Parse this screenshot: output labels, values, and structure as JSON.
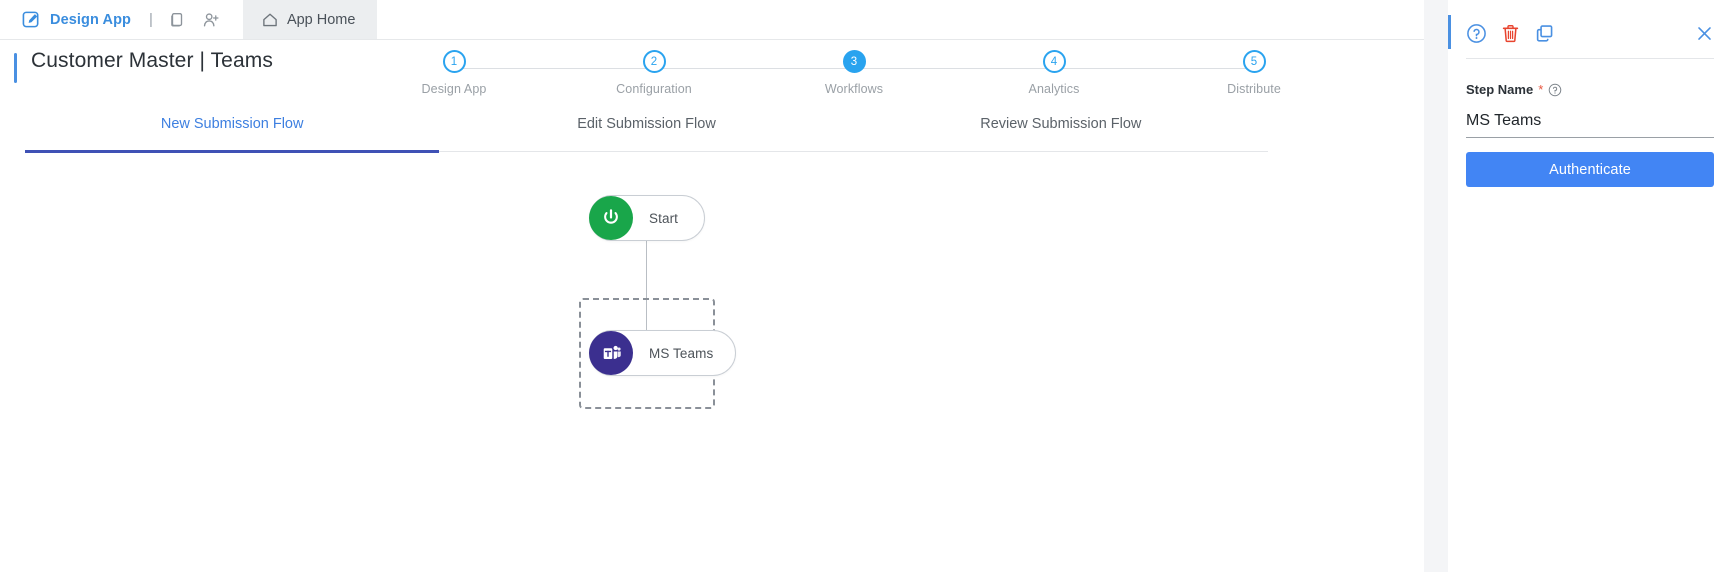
{
  "appbar": {
    "design_app_label": "Design App",
    "design_app_icon": "edit-square-icon",
    "divider": "|",
    "device_preview_icon": "device-preview-icon",
    "add_user_icon": "add-user-icon",
    "home_tab_label": "App Home",
    "home_icon": "home-icon"
  },
  "header": {
    "title": "Customer Master | Teams",
    "accent_color": "#4a90e2"
  },
  "stepper": {
    "active_index": 2,
    "active_color": "#29a3ef",
    "steps": [
      {
        "number": "1",
        "label": "Design App"
      },
      {
        "number": "2",
        "label": "Configuration"
      },
      {
        "number": "3",
        "label": "Workflows"
      },
      {
        "number": "4",
        "label": "Analytics"
      },
      {
        "number": "5",
        "label": "Distribute"
      }
    ]
  },
  "tabs": {
    "active_index": 0,
    "active_color": "#3d7fe0",
    "underline_color": "#3f51b5",
    "items": [
      {
        "label": "New Submission Flow"
      },
      {
        "label": "Edit Submission Flow"
      },
      {
        "label": "Review Submission Flow"
      }
    ]
  },
  "flow": {
    "nodes": [
      {
        "label": "Start",
        "icon": "power-icon",
        "badge_color": "#19a64a",
        "selected": false
      },
      {
        "label": "MS Teams",
        "icon": "ms-teams-icon",
        "badge_color": "#3b2f8f",
        "selected": true
      }
    ]
  },
  "panel": {
    "toolbar": {
      "help_icon": "help-circle-icon",
      "delete_icon": "trash-icon",
      "duplicate_icon": "copy-icon",
      "close_icon": "close-icon",
      "help_color": "#4a90e2",
      "delete_color": "#e8442f",
      "duplicate_color": "#4a90e2",
      "close_color": "#4a90e2"
    },
    "step_name": {
      "label": "Step Name",
      "required_marker": "*",
      "help_icon": "help-circle-small-icon",
      "value": "MS Teams",
      "placeholder": "Step Name"
    },
    "authenticate_label": "Authenticate",
    "authenticate_color": "#4285f4"
  }
}
